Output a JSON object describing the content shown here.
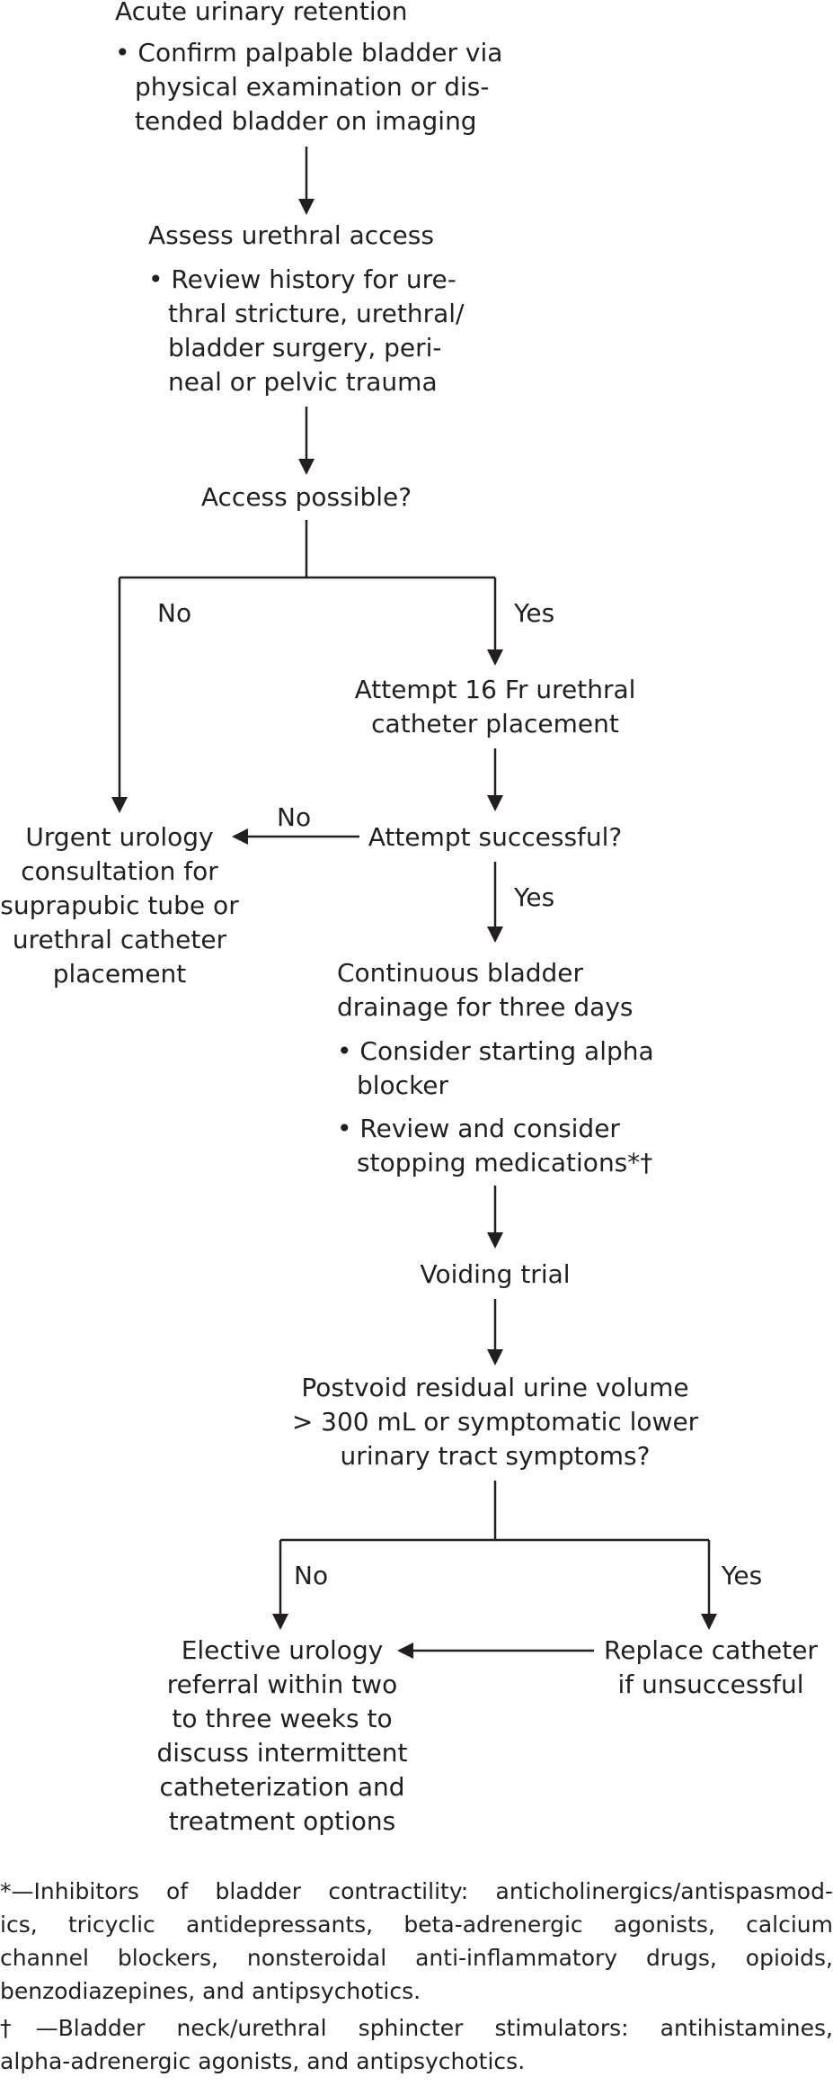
{
  "diagram": {
    "n1": {
      "title": "Acute urinary retention",
      "bullet": [
        "• Confirm palpable bladder via",
        "physical examination or dis-",
        "tended bladder on imaging"
      ]
    },
    "n2": {
      "title": "Assess urethral access",
      "bullet": [
        "• Review history for ure-",
        "thral stricture, urethral/",
        "bladder surgery, peri-",
        "neal or pelvic trauma"
      ]
    },
    "n3": {
      "title": "Access possible?"
    },
    "e_no_1": "No",
    "e_yes_1": "Yes",
    "n4": {
      "lines": [
        "Attempt 16 Fr urethral",
        "catheter placement"
      ]
    },
    "n5": {
      "title": "Attempt successful?"
    },
    "e_no_2": "No",
    "e_yes_2": "Yes",
    "n6": {
      "lines": [
        "Urgent urology",
        "consultation for",
        "suprapubic tube or",
        "urethral catheter",
        "placement"
      ]
    },
    "n7": {
      "title": [
        "Continuous bladder",
        "drainage for three days"
      ],
      "bullet1": [
        "• Consider starting alpha",
        "blocker"
      ],
      "bullet2": [
        "• Review and consider",
        "stopping medications*†"
      ]
    },
    "n8": {
      "title": "Voiding trial"
    },
    "n9": {
      "lines": [
        "Postvoid residual urine volume",
        "> 300 mL or symptomatic lower",
        "urinary tract symptoms?"
      ]
    },
    "e_no_3": "No",
    "e_yes_3": "Yes",
    "n10": {
      "lines": [
        "Elective urology",
        "referral within two",
        "to three weeks to",
        "discuss intermittent",
        "catheterization and",
        "treatment options"
      ]
    },
    "n11": {
      "lines": [
        "Replace catheter",
        "if unsuccessful"
      ]
    }
  },
  "footnotes": {
    "f1": [
      "*—Inhibitors of bladder contractility: anticholinergics/antispasmod-",
      "ics, tricyclic antidepressants, beta-adrenergic agonists, calcium",
      "channel blockers, nonsteroidal anti-inflammatory drugs, opioids,",
      "benzodiazepines, and antipsychotics."
    ],
    "f2": [
      "†—Bladder neck/urethral sphincter stimulators: antihistamines,",
      "alpha-adrenergic agonists, and antipsychotics."
    ]
  }
}
